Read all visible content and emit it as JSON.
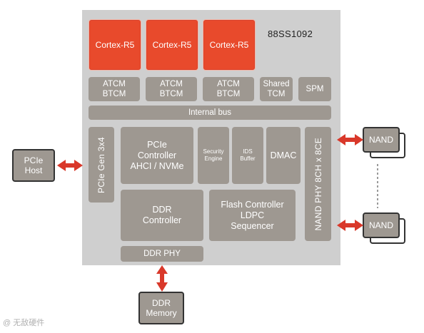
{
  "chip": {
    "name": "88SS1092"
  },
  "cores": [
    "Cortex-R5",
    "Cortex-R5",
    "Cortex-R5"
  ],
  "memory_blocks": [
    "ATCM\nBTCM",
    "ATCM\nBTCM",
    "ATCM\nBTCM",
    "Shared\nTCM",
    "SPM"
  ],
  "internal_bus": "Internal bus",
  "pcie_gen": "PCIe Gen 3x4",
  "pcie_controller": "PCIe\nController\nAHCI / NVMe",
  "security_engine": "Security\nEngine",
  "ids_buffer": "IDS\nBuffer",
  "dmac": "DMAC",
  "nand_phy": "NAND PHY 8CH x 8CE",
  "ddr_controller": "DDR\nController",
  "flash_controller": "Flash Controller\nLDPC\nSequencer",
  "ddr_phy": "DDR PHY",
  "pcie_host": "PCIe\nHost",
  "ddr_memory": "DDR\nMemory",
  "nand": [
    "NAND",
    "NAND"
  ],
  "watermark": "@ 无敌硬件",
  "colors": {
    "core": "#e84a2c",
    "block": "#9e9891",
    "chip_bg": "#cfcfcf",
    "arrow": "#d9382a"
  }
}
